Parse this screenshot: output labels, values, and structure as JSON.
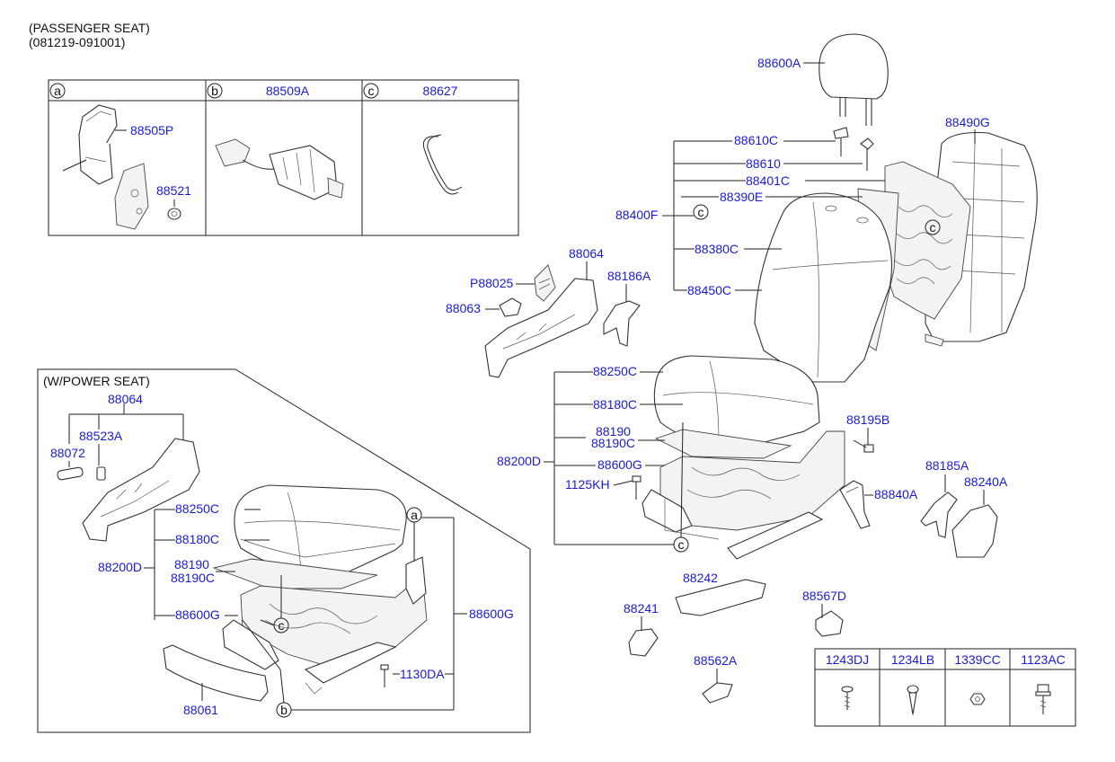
{
  "header": {
    "line1": "(PASSENGER SEAT)",
    "line2": "(081219-091001)"
  },
  "detail_boxes": {
    "a": {
      "letter": "a",
      "header_label": "",
      "parts": [
        "88505P",
        "88521"
      ]
    },
    "b": {
      "letter": "b",
      "header_label": "88509A"
    },
    "c": {
      "letter": "c",
      "header_label": "88627"
    }
  },
  "power_seat_box": {
    "title": "(W/POWER SEAT)",
    "labels": {
      "p88064": "88064",
      "p88523A": "88523A",
      "p88072": "88072",
      "p88250C": "88250C",
      "p88180C": "88180C",
      "p88200D": "88200D",
      "p88190": "88190",
      "p88190C": "88190C",
      "p88600G_left": "88600G",
      "p88600G_right": "88600G",
      "p1130DA": "1130DA",
      "p88061": "88061"
    },
    "callouts": {
      "a": "a",
      "b": "b",
      "c": "c"
    }
  },
  "main_labels": {
    "p88600A": "88600A",
    "p88490G": "88490G",
    "p88610C": "88610C",
    "p88610": "88610",
    "p88401C": "88401C",
    "p88390E": "88390E",
    "p88400F": "88400F",
    "p88380C": "88380C",
    "p88450C": "88450C",
    "p88064": "88064",
    "pP88025": "P88025",
    "p88186A": "88186A",
    "p88063": "88063",
    "p88250C": "88250C",
    "p88180C": "88180C",
    "p88190": "88190",
    "p88190C": "88190C",
    "p88200D": "88200D",
    "p88600G": "88600G",
    "p1125KH": "1125KH",
    "p88195B": "88195B",
    "p88185A": "88185A",
    "p88240A": "88240A",
    "p88840A": "88840A",
    "p88242": "88242",
    "p88241": "88241",
    "p88567D": "88567D",
    "p88562A": "88562A"
  },
  "main_callouts": {
    "c_top": "c",
    "c_bottom": "c",
    "c_frame": "c"
  },
  "fastener_table": {
    "headers": [
      "1243DJ",
      "1234LB",
      "1339CC",
      "1123AC"
    ],
    "icons": [
      "screw-icon",
      "tapping-screw-icon",
      "nut-icon",
      "bolt-icon"
    ]
  }
}
